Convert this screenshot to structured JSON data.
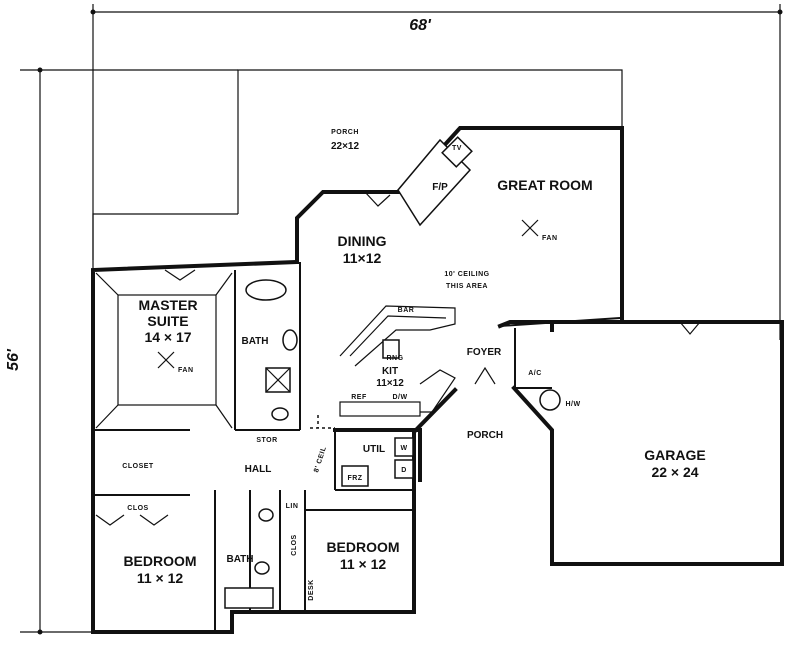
{
  "dimensions": {
    "width": "68'",
    "depth": "56'"
  },
  "rooms": {
    "porch_rear": {
      "name": "PORCH",
      "size": "22×12"
    },
    "great_room": {
      "name": "GREAT ROOM",
      "fan": "FAN"
    },
    "dining": {
      "name": "DINING",
      "size": "11×12"
    },
    "ceiling_note": {
      "line1": "10' CEILING",
      "line2": "THIS AREA"
    },
    "master_suite": {
      "name1": "MASTER",
      "name2": "SUITE",
      "size": "14 × 17",
      "fan": "FAN"
    },
    "master_bath": {
      "name": "BATH"
    },
    "kitchen": {
      "name": "KIT",
      "size": "11×12",
      "bar": "BAR",
      "rng": "RNG",
      "ref": "REF",
      "dw": "D/W"
    },
    "foyer": {
      "name": "FOYER"
    },
    "ac": {
      "name": "A/C"
    },
    "hw": {
      "name": "H/W"
    },
    "garage": {
      "name": "GARAGE",
      "size": "22 × 24"
    },
    "porch_front": {
      "name": "PORCH"
    },
    "stor": {
      "name": "STOR"
    },
    "ceil_note": {
      "text": "8' CEIL"
    },
    "util": {
      "name": "UTIL",
      "w": "W",
      "d": "D",
      "frz": "FRZ"
    },
    "closet": {
      "name": "CLOSET"
    },
    "hall": {
      "name": "HALL"
    },
    "clos_left": {
      "name": "CLOS"
    },
    "linen": {
      "name": "LIN"
    },
    "clos_right": {
      "name": "CLOS"
    },
    "bedroom_left": {
      "name": "BEDROOM",
      "size": "11 × 12"
    },
    "bath2": {
      "name": "BATH"
    },
    "bedroom_right": {
      "name": "BEDROOM",
      "size": "11 × 12"
    },
    "desk": {
      "name": "DESK"
    },
    "fireplace": {
      "fp": "F/P",
      "tv": "TV"
    }
  }
}
